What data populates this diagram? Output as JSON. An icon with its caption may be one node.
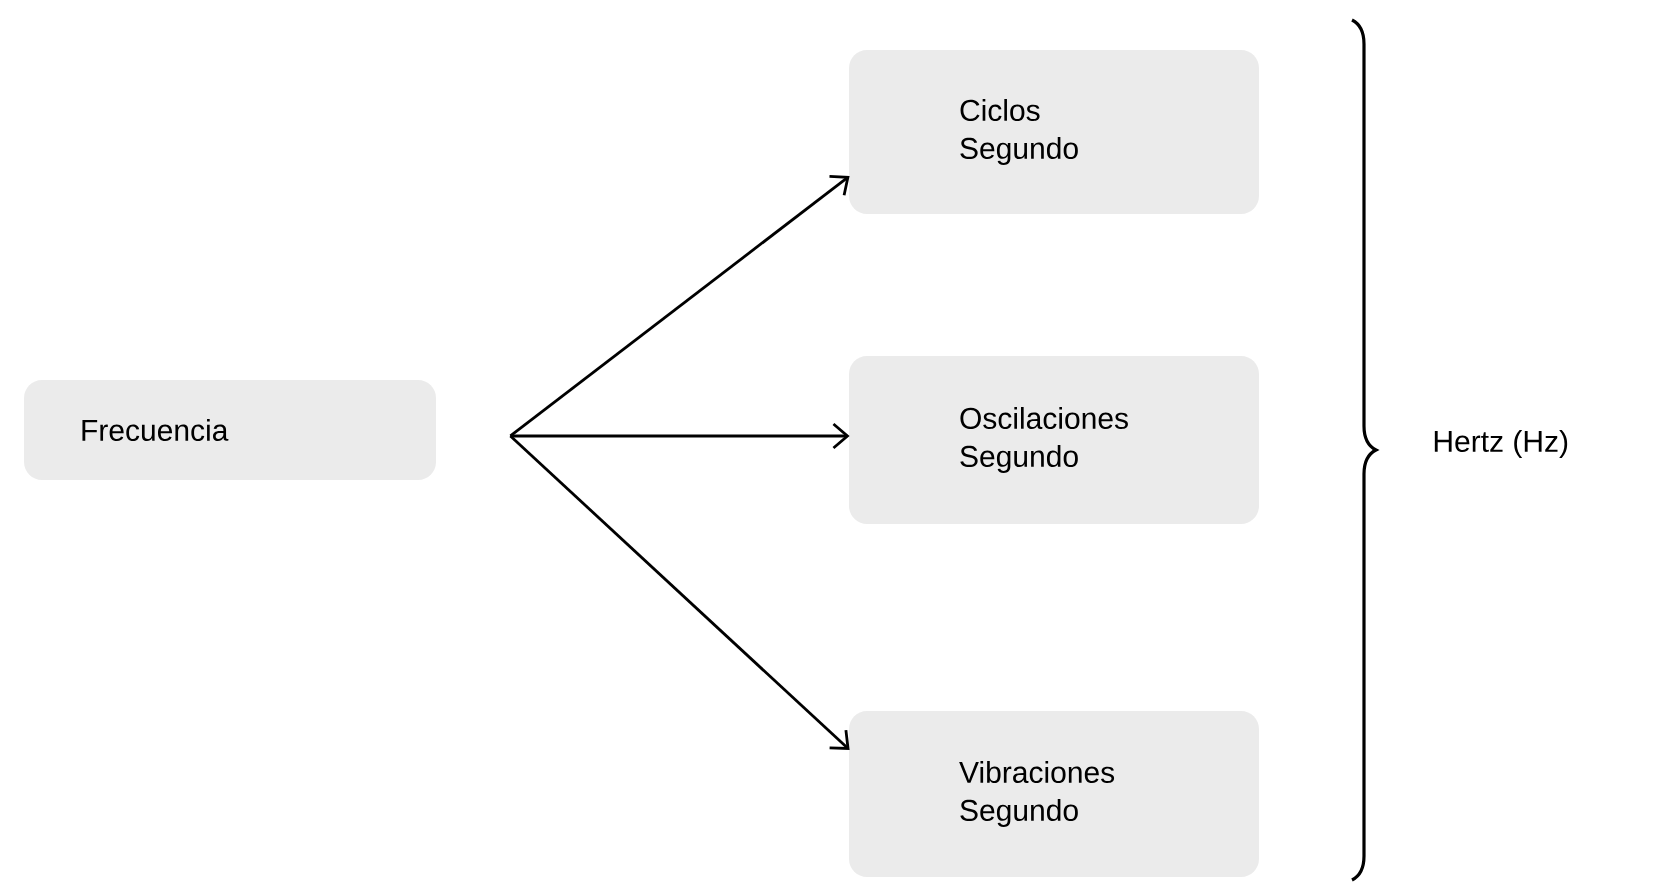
{
  "diagram": {
    "nodes": [
      {
        "text": [
          "Frecuencia"
        ]
      },
      {
        "text": [
          "Ciclos Segundo"
        ]
      },
      {
        "text": [
          "Oscilaciones Segundo"
        ]
      },
      {
        "text": [
          "Vibraciones Segundo"
        ]
      }
    ],
    "edges": [
      {
        "from": 0,
        "to": 1,
        "arrow": "to"
      },
      {
        "from": 0,
        "to": 2,
        "arrow": "to"
      },
      {
        "from": 0,
        "to": 3,
        "arrow": "to"
      }
    ],
    "labels": [
      "Hertz (Hz)"
    ]
  }
}
